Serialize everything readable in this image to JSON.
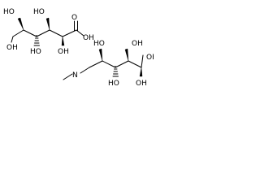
{
  "molecules": [
    {
      "role": "acid",
      "atoms": [
        "HO",
        "HO",
        "OH",
        "HO",
        "OH",
        "OH",
        "O"
      ]
    },
    {
      "role": "amine",
      "atoms": [
        "HO",
        "OH",
        "N",
        "OH",
        "HO",
        "OH"
      ]
    }
  ]
}
